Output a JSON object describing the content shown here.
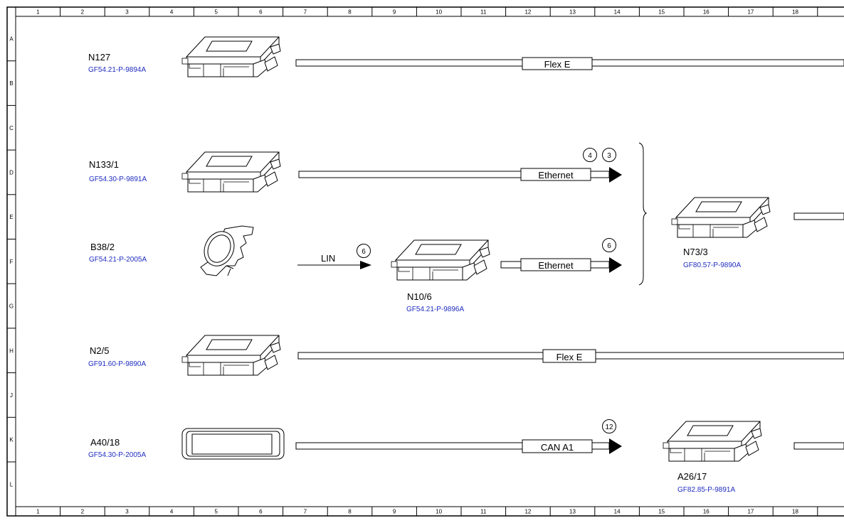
{
  "grid": {
    "columns": [
      "1",
      "2",
      "3",
      "4",
      "5",
      "6",
      "7",
      "8",
      "9",
      "10",
      "11",
      "12",
      "13",
      "14",
      "15",
      "16",
      "17",
      "18"
    ],
    "rows": [
      "A",
      "B",
      "C",
      "D",
      "E",
      "F",
      "G",
      "H",
      "J",
      "K",
      "L"
    ]
  },
  "components": [
    {
      "key": "n127",
      "id": "N127",
      "ref": "GF54.21-P-9894A",
      "icon": "control-unit-icon"
    },
    {
      "key": "n133-1",
      "id": "N133/1",
      "ref": "GF54.30-P-9891A",
      "icon": "control-unit-icon"
    },
    {
      "key": "b38-2",
      "id": "B38/2",
      "ref": "GF54.21-P-2005A",
      "icon": "rain-light-sensor-icon"
    },
    {
      "key": "n10-6",
      "id": "N10/6",
      "ref": "GF54.21-P-9896A",
      "icon": "control-unit-icon"
    },
    {
      "key": "n73-3",
      "id": "N73/3",
      "ref": "GF80.57-P-9890A",
      "icon": "control-unit-icon"
    },
    {
      "key": "n2-5",
      "id": "N2/5",
      "ref": "GF91.60-P-9890A",
      "icon": "control-unit-icon"
    },
    {
      "key": "a40-18",
      "id": "A40/18",
      "ref": "GF54.30-P-2005A",
      "icon": "display-icon"
    },
    {
      "key": "a26-17",
      "id": "A26/17",
      "ref": "GF82.85-P-9891A",
      "icon": "control-unit-icon"
    }
  ],
  "buses": {
    "flex_e_top": "Flex E",
    "ethernet_top": "Ethernet",
    "lin": "LIN",
    "ethernet_mid": "Ethernet",
    "flex_e_bottom": "Flex E",
    "can_a1": "CAN A1"
  },
  "markers": {
    "eth_top_a": "4",
    "eth_top_b": "3",
    "lin": "6",
    "eth_mid": "6",
    "can": "12"
  }
}
